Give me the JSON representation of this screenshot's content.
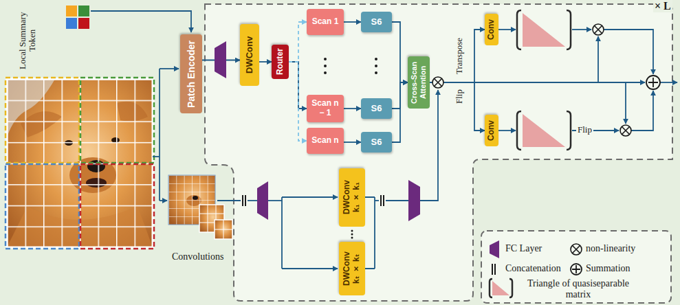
{
  "diagram": {
    "nodes": [
      {
        "text": [
          "Patch Encoder"
        ]
      },
      {
        "text": [
          "DWConv"
        ]
      },
      {
        "text": [
          "Router"
        ]
      },
      {
        "text": [
          "Scan 1"
        ]
      },
      {
        "text": [
          "S6"
        ]
      },
      {
        "text": [
          "Scan n − 1"
        ]
      },
      {
        "text": [
          "S6"
        ]
      },
      {
        "text": [
          "Scan n"
        ]
      },
      {
        "text": [
          "S6"
        ]
      },
      {
        "text": [
          "Cross-Scan Attention"
        ]
      },
      {
        "text": [
          "Conv"
        ]
      },
      {
        "text": [
          "Conv"
        ]
      },
      {
        "text": [
          "DWConv",
          "k₁ × k₁"
        ]
      },
      {
        "text": [
          "DWConv",
          "kₜ × kₜ"
        ]
      }
    ],
    "edges": [
      {
        "from": 0,
        "to": 1,
        "arrow": "to"
      },
      {
        "from": 1,
        "to": 2,
        "arrow": "to"
      },
      {
        "from": 2,
        "to": 3,
        "arrow": "to"
      },
      {
        "from": 2,
        "to": 5,
        "arrow": "to"
      },
      {
        "from": 2,
        "to": 7,
        "arrow": "to"
      },
      {
        "from": 3,
        "to": 4,
        "arrow": "to"
      },
      {
        "from": 5,
        "to": 6,
        "arrow": "to"
      },
      {
        "from": 7,
        "to": 8,
        "arrow": "to"
      },
      {
        "from": 4,
        "to": 9,
        "arrow": "to"
      },
      {
        "from": 6,
        "to": 9,
        "arrow": "to"
      },
      {
        "from": 8,
        "to": 9,
        "arrow": "to"
      },
      {
        "from": 9,
        "to": 10,
        "arrow": "to"
      },
      {
        "from": 9,
        "to": 11,
        "arrow": "to"
      }
    ],
    "labels": [
      "Local Summary Token",
      "× L",
      "Transpose",
      "Flip",
      "Flip",
      "Convolutions"
    ],
    "legend": [
      {
        "text": "FC Layer"
      },
      {
        "text": "non-linearity"
      },
      {
        "text": "Concatenation"
      },
      {
        "text": "Summation"
      },
      {
        "text": "Triangle of quasiseparable matrix"
      }
    ]
  }
}
